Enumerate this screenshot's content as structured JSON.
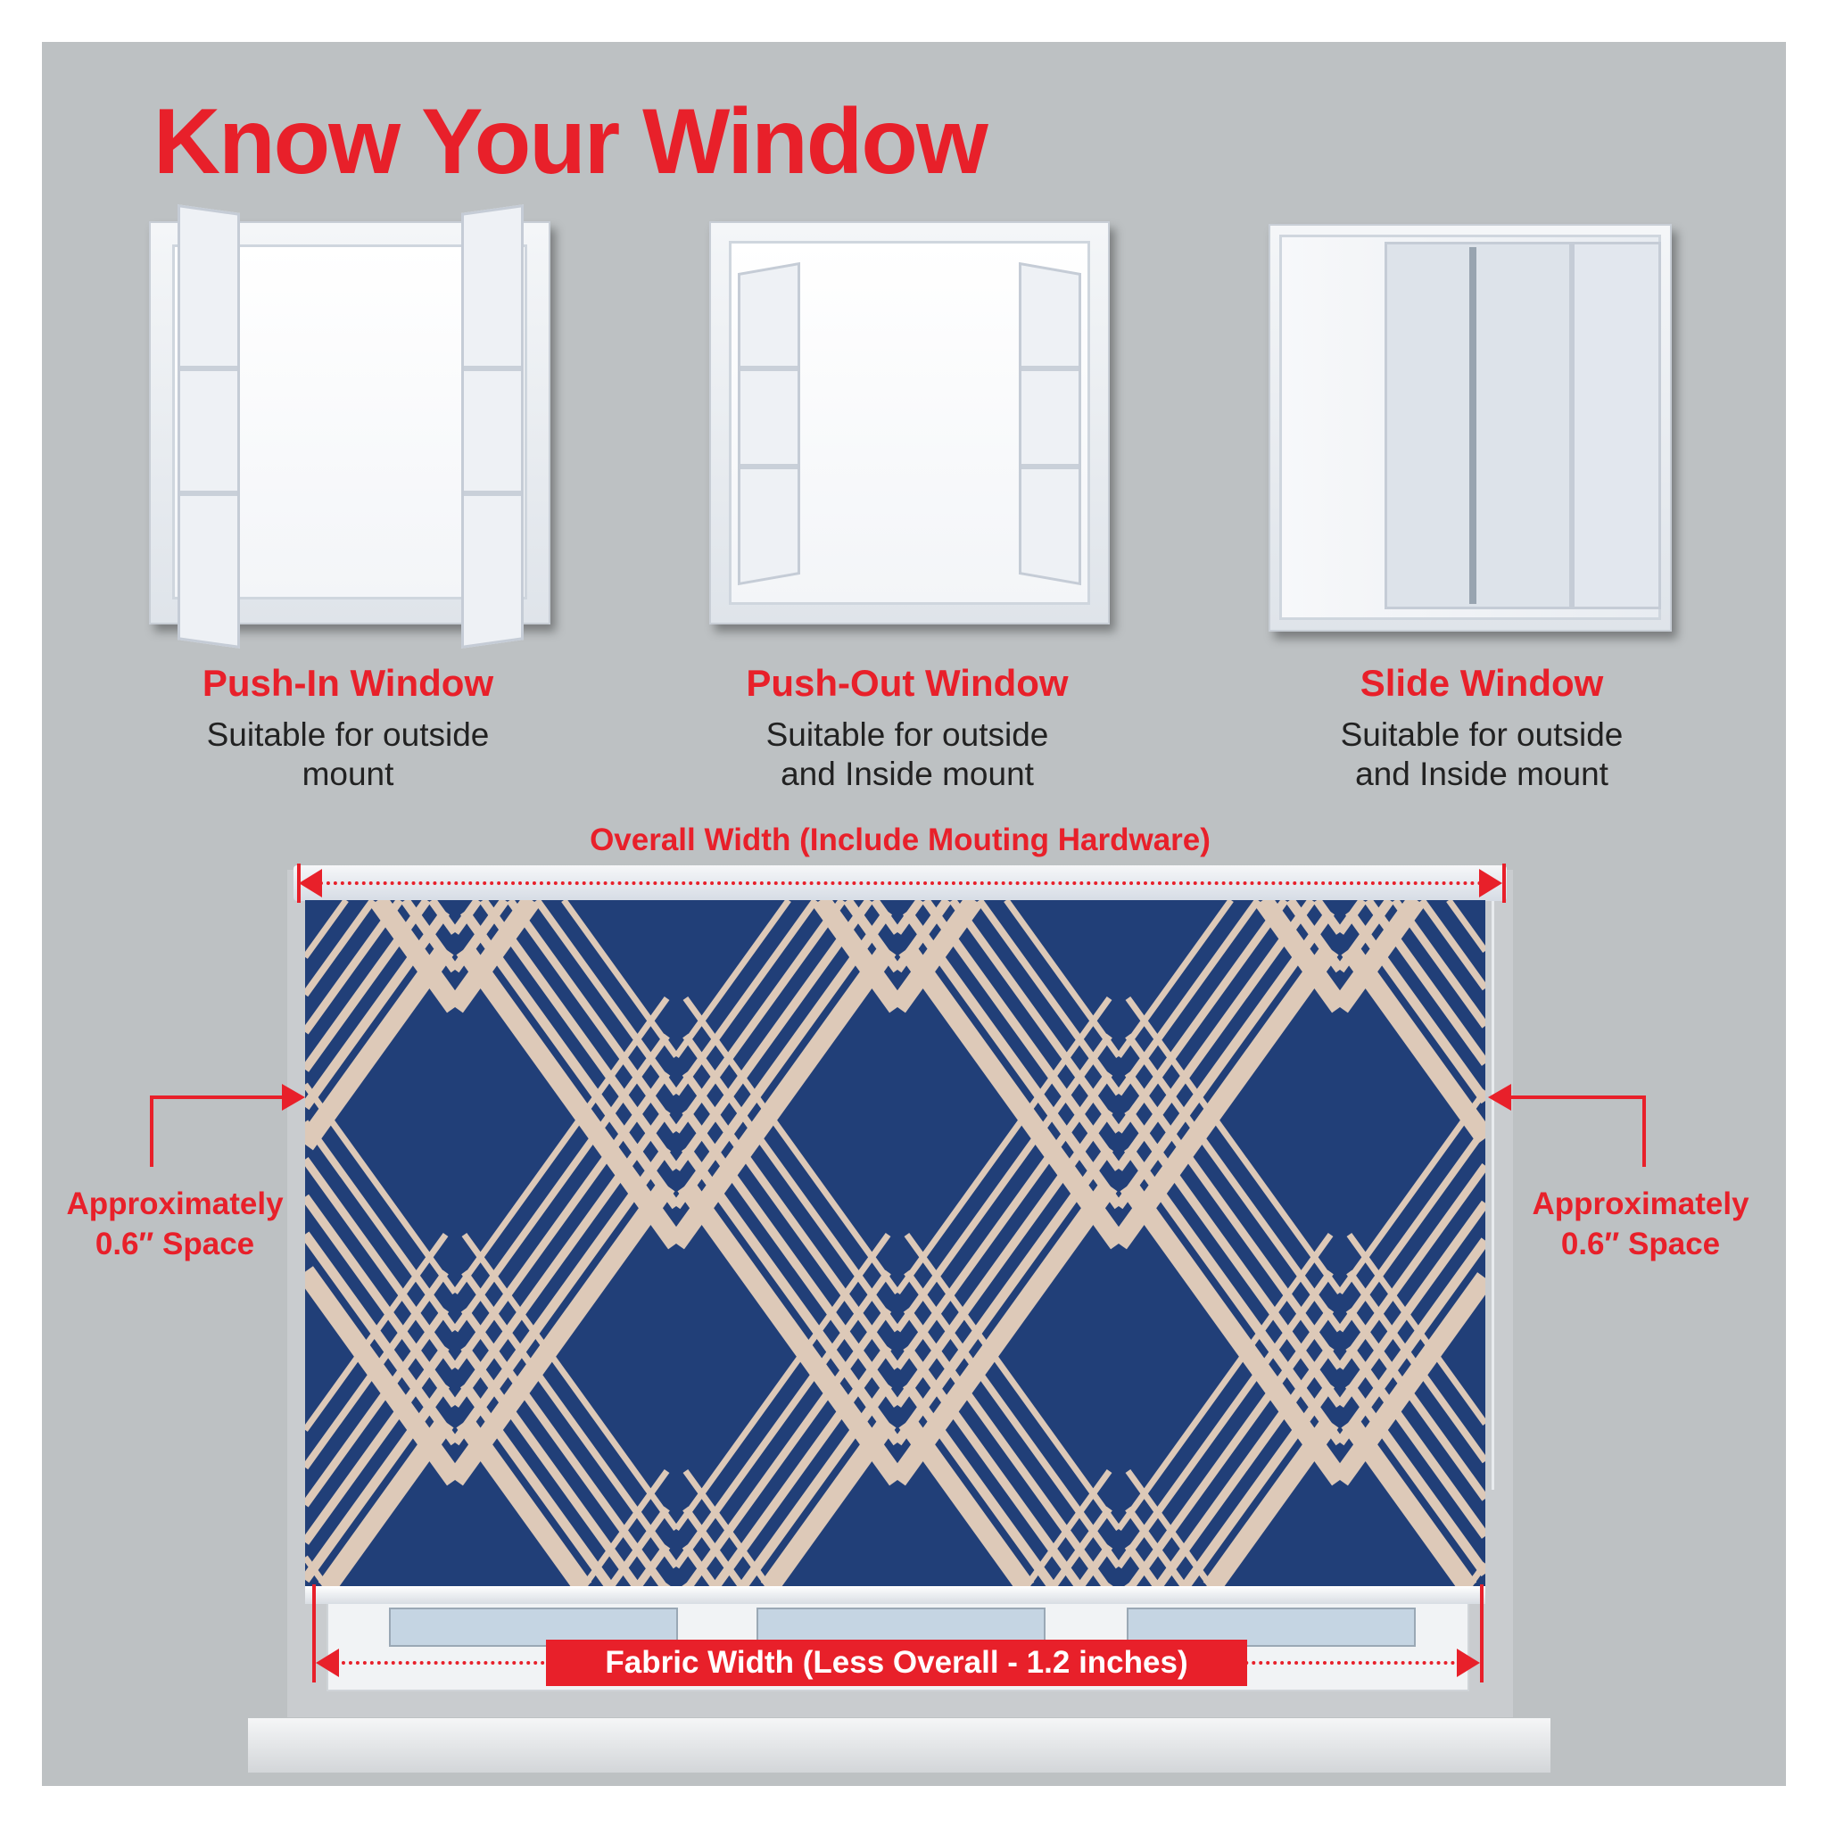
{
  "title": "Know Your Window",
  "windows": [
    {
      "name": "Push-In Window",
      "line1": "Suitable for outside",
      "line2": "mount"
    },
    {
      "name": "Push-Out Window",
      "line1": "Suitable for outside",
      "line2": "and Inside mount"
    },
    {
      "name": "Slide Window",
      "line1": "Suitable for outside",
      "line2": "and Inside mount"
    }
  ],
  "diagram": {
    "overall_width_label": "Overall Width (Include Mouting Hardware)",
    "left_space_line1": "Approximately",
    "left_space_line2": "0.6″ Space",
    "right_space_line1": "Approximately",
    "right_space_line2": "0.6″ Space",
    "fabric_width_label": "Fabric Width (Less Overall - 1.2 inches)"
  },
  "colors": {
    "accent": "#e8202a",
    "panel": "#bdc1c3",
    "fabric": "#213f78",
    "stripe": "#ddc9b8"
  }
}
